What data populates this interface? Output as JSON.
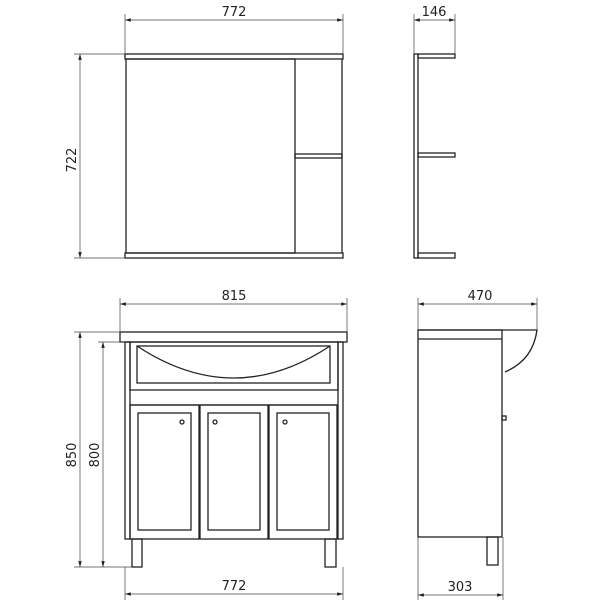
{
  "diagram": {
    "mirror_front": {
      "width_label": "772",
      "height_label": "722"
    },
    "mirror_side": {
      "depth_label": "146"
    },
    "vanity_front": {
      "top_width_label": "815",
      "total_height_label": "850",
      "body_height_label": "800",
      "body_width_label": "772"
    },
    "vanity_side": {
      "top_depth_label": "470",
      "body_depth_label": "303"
    },
    "line_color": "#222222"
  }
}
